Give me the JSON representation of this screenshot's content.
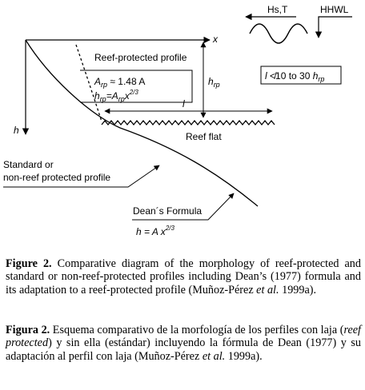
{
  "diagram": {
    "x_axis_label": "x",
    "h_axis_label": "h",
    "wave_label": "Hs,T",
    "hhwl_label": "HHWL",
    "reef_protected_profile_label": "Reef-protected profile",
    "arp_formula": {
      "lhs": "A",
      "lhs_sub": "rp",
      "rest": " ≈ 1.48 A"
    },
    "hrp_formula": {
      "lhs": "h",
      "lhs_sub": "rp",
      "eq": "=A",
      "eq_sub": "rp",
      "x": "x",
      "exp": "2/3"
    },
    "hrp_label": {
      "main": "h",
      "sub": "rp"
    },
    "l_label": "l",
    "length_range": {
      "l": "l",
      "sign": " ≮10 to 30 ",
      "h": "h",
      "sub": "rp"
    },
    "reef_flat_label": "Reef flat",
    "standard_profile_label_line1": "Standard or",
    "standard_profile_label_line2": "non-reef protected profile",
    "deans_formula_label": "Dean´s Formula",
    "deans_formula": {
      "h": "h",
      "eq": " = A x",
      "exp": "2/3"
    }
  },
  "caption_en": {
    "label": "Figure 2.",
    "text_1": " Comparative diagram of the morphology of reef-protected and standard or non-reef-protected profiles including Dean’s (1977) formula and its adaptation to a reef-protected profile (Muñoz-Pérez ",
    "et_al": "et al.",
    "text_2": " 1999a)."
  },
  "caption_es": {
    "label": "Figura 2.",
    "text_1": " Esquema comparativo de la morfología de los perfiles con laja (",
    "reef_protected": "reef protected",
    "text_2": ") y sin ella (estándar) incluyendo la fórmula de Dean (1977) y su adaptación al perfil con laja (Muñoz-Pérez ",
    "et_al": "et al.",
    "text_3": " 1999a)."
  }
}
